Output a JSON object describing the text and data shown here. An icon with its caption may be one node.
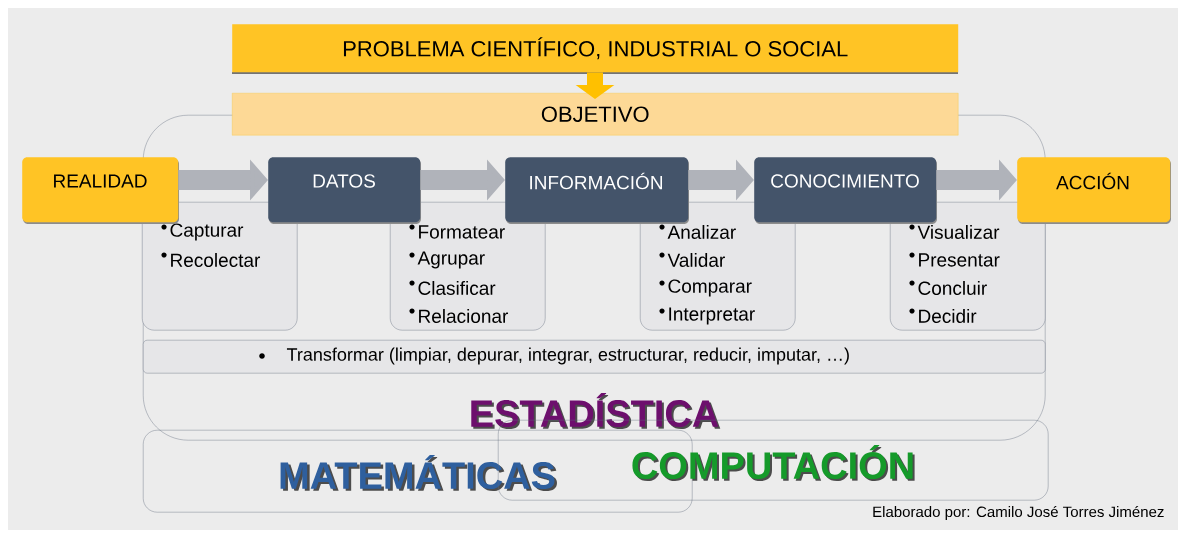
{
  "diagram": {
    "nodes": [
      {
        "text": [
          "PROBLEMA CIENTÍFICO, INDUSTRIAL O SOCIAL"
        ]
      },
      {
        "text": [
          "OBJETIVO"
        ]
      },
      {
        "text": [
          "ESTADÍSTICA"
        ]
      },
      {
        "text": [
          "REALIDAD"
        ]
      },
      {
        "text": [
          "DATOS"
        ],
        "in": 2
      },
      {
        "text": [
          "INFORMACIÓN"
        ],
        "in": 2
      },
      {
        "text": [
          "CONOCIMIENTO"
        ],
        "in": 2
      },
      {
        "text": [
          "ACCIÓN"
        ]
      },
      {
        "text": [
          "Capturar",
          "Recolectar"
        ],
        "in": 2
      },
      {
        "text": [
          "Formatear",
          "Agrupar",
          "Clasificar",
          "Relacionar"
        ],
        "in": 2
      },
      {
        "text": [
          "Analizar",
          "Validar",
          "Comparar",
          "Interpretar"
        ],
        "in": 2
      },
      {
        "text": [
          "Visualizar",
          "Presentar",
          "Concluir",
          "Decidir"
        ],
        "in": 2
      },
      {
        "text": [
          "Transformar (limpiar, depurar, integrar, estructurar, reducir, imputar, …)"
        ],
        "in": 2
      },
      {
        "text": [
          "MATEMÁTICAS"
        ]
      },
      {
        "text": [
          "COMPUTACIÓN"
        ]
      }
    ],
    "edges": [
      {
        "from": 0,
        "to": 1,
        "arrow": "to",
        "color": "#ffc000"
      },
      {
        "from": 3,
        "to": 4,
        "arrow": "to"
      },
      {
        "from": 4,
        "to": 5,
        "arrow": "to"
      },
      {
        "from": 5,
        "to": 6,
        "arrow": "to"
      },
      {
        "from": 6,
        "to": 7,
        "arrow": "to"
      }
    ],
    "labels": [
      "Elaborado por: Camilo José Torres Jiménez"
    ]
  }
}
